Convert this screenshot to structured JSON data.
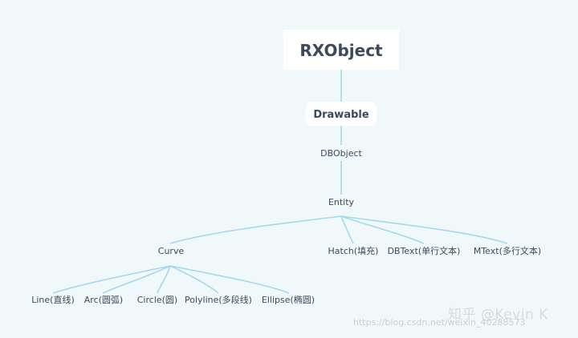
{
  "colors": {
    "background": "#f1f8fa",
    "connector": "#a3d9ee",
    "box_fill": "#ffffff",
    "text": "#3b4a5c"
  },
  "nodes": {
    "rxobject": "RXObject",
    "drawable": "Drawable",
    "dbobject": "DBObject",
    "entity": "Entity",
    "curve": "Curve",
    "hatch": "Hatch(填充)",
    "dbtext": "DBText(单行文本)",
    "mtext": "MText(多行文本)",
    "line": "Line(直线)",
    "arc": "Arc(圆弧)",
    "circle": "Circle(圆)",
    "polyline": "Polyline(多段线)",
    "ellipse": "Ellipse(椭圆)"
  },
  "watermark": {
    "brand": "知乎 @Kevin K",
    "url": "https://blog.csdn.net/weixin_40288573"
  }
}
